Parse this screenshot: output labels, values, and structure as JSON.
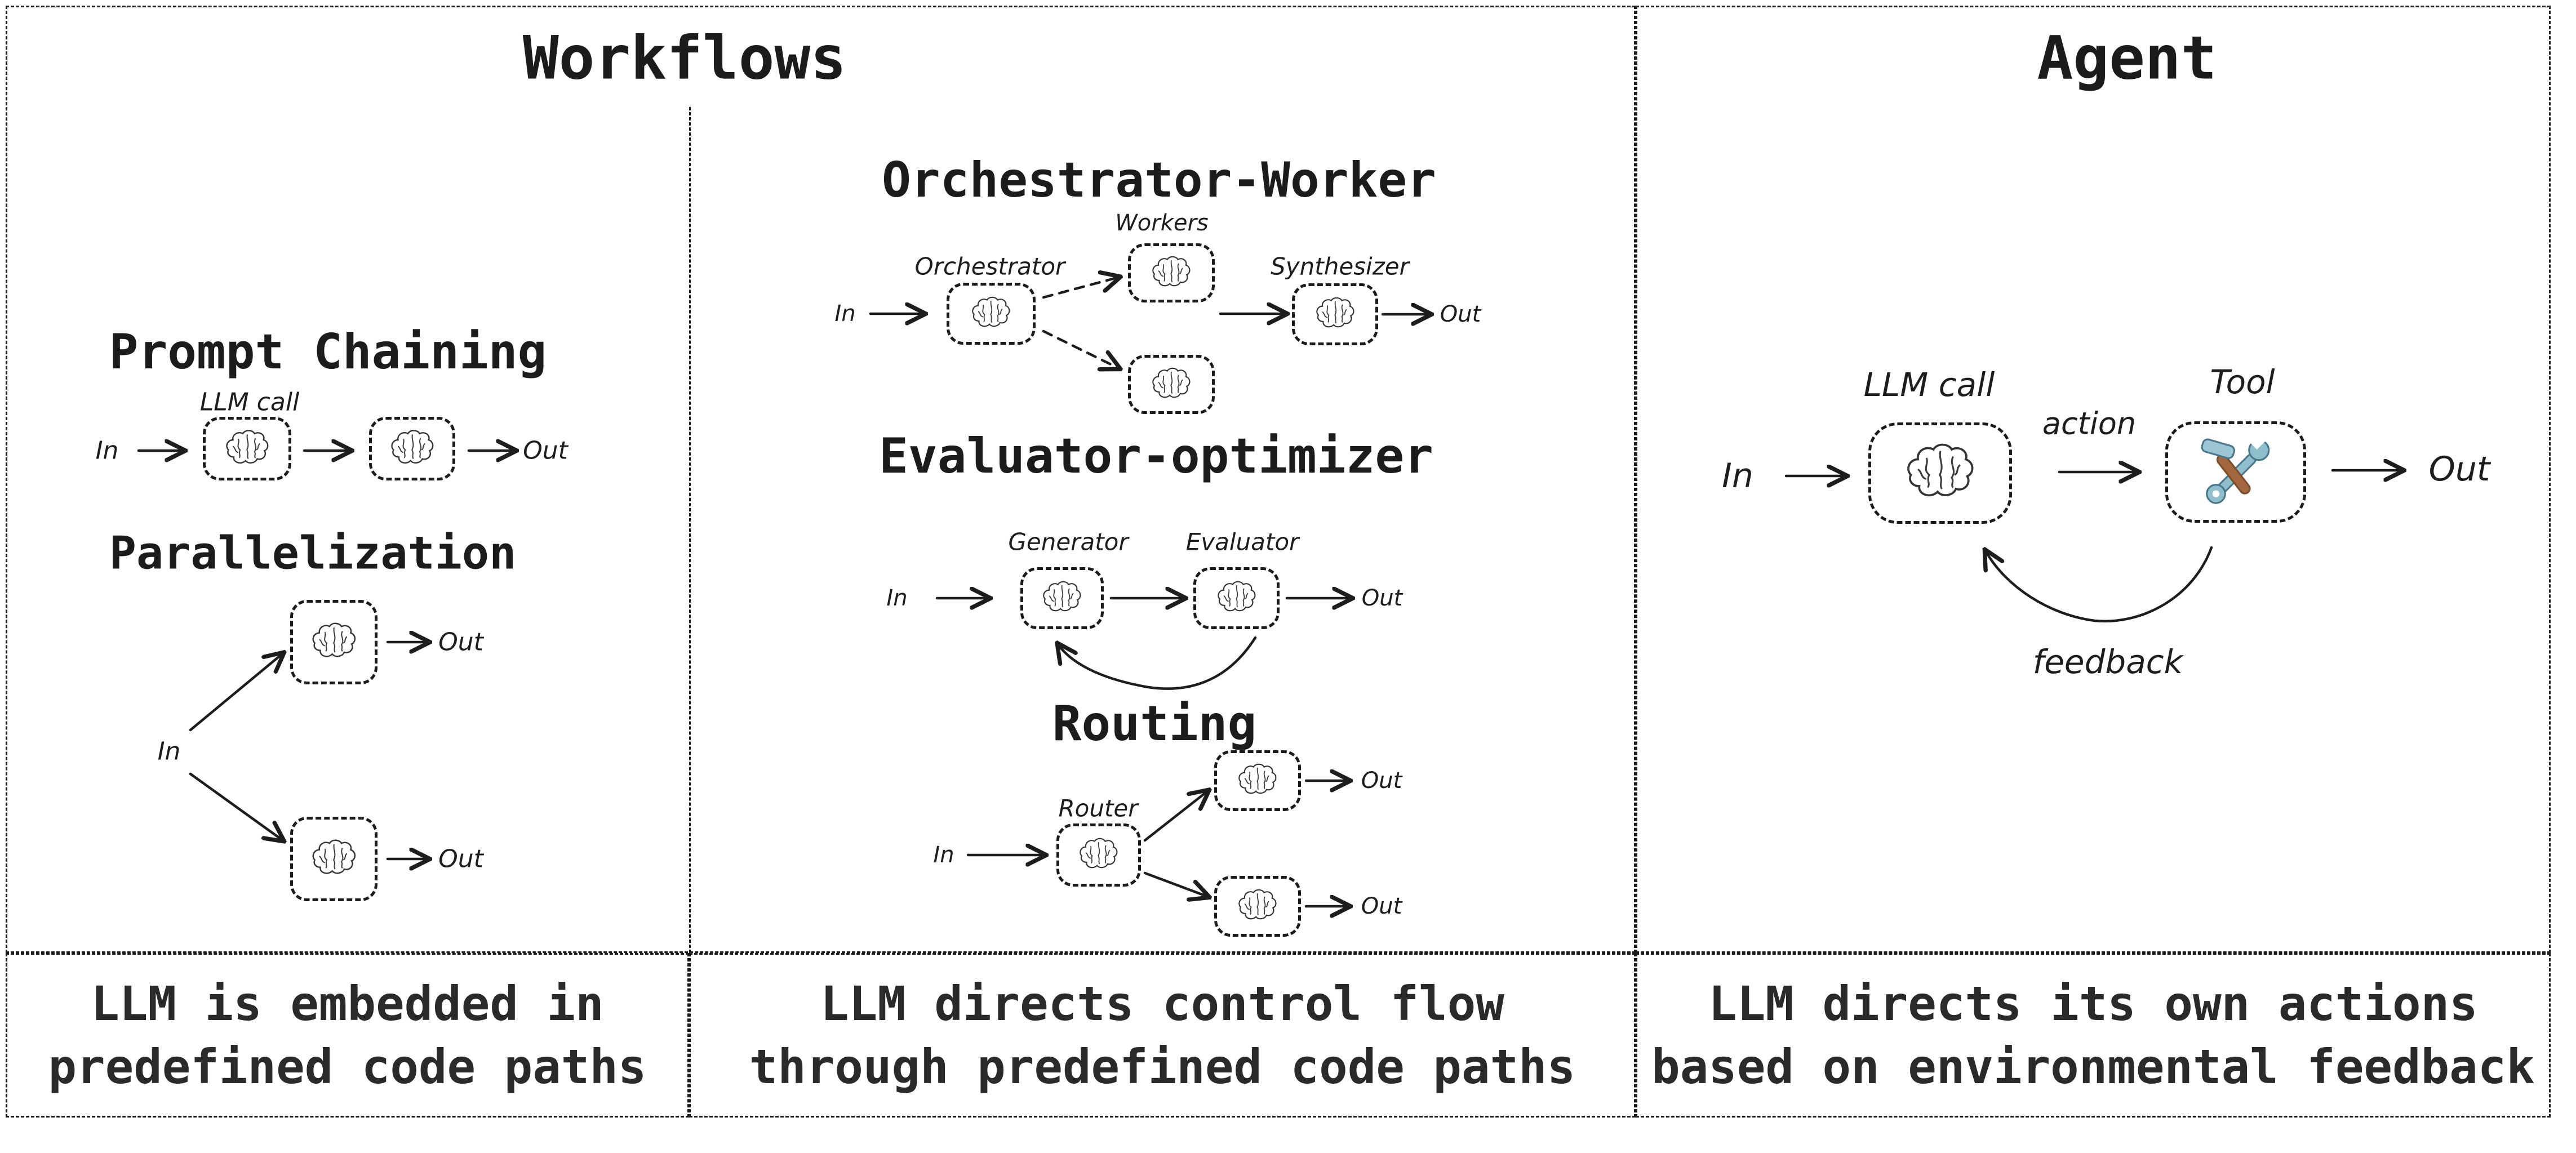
{
  "colors": {
    "ink": "#1d1d1d",
    "border": "#1b1b1b",
    "background": "#ffffff",
    "tool_blue": "#8fbecd",
    "tool_blue_outline": "#48788c",
    "tool_handle_brown": "#a2673c"
  },
  "labels": {
    "in": "In",
    "out": "Out"
  },
  "workflows": {
    "title": "Workflows",
    "prompt_chaining": {
      "heading": "Prompt Chaining",
      "llm_call": "LLM call"
    },
    "parallelization": {
      "heading": "Parallelization"
    },
    "orchestrator_worker": {
      "heading": "Orchestrator-Worker",
      "workers": "Workers",
      "orchestrator": "Orchestrator",
      "synthesizer": "Synthesizer"
    },
    "evaluator_optimizer": {
      "heading": "Evaluator-optimizer",
      "generator": "Generator",
      "evaluator": "Evaluator"
    },
    "routing": {
      "heading": "Routing",
      "router": "Router"
    },
    "caption_left": [
      "LLM is embedded in",
      "predefined code paths"
    ],
    "caption_middle": [
      "LLM directs control flow",
      "through predefined code paths"
    ]
  },
  "agent": {
    "title": "Agent",
    "llm_call": "LLM call",
    "tool": "Tool",
    "action": "action",
    "feedback": "feedback",
    "caption": [
      "LLM directs its own actions",
      "based on environmental feedback"
    ]
  }
}
